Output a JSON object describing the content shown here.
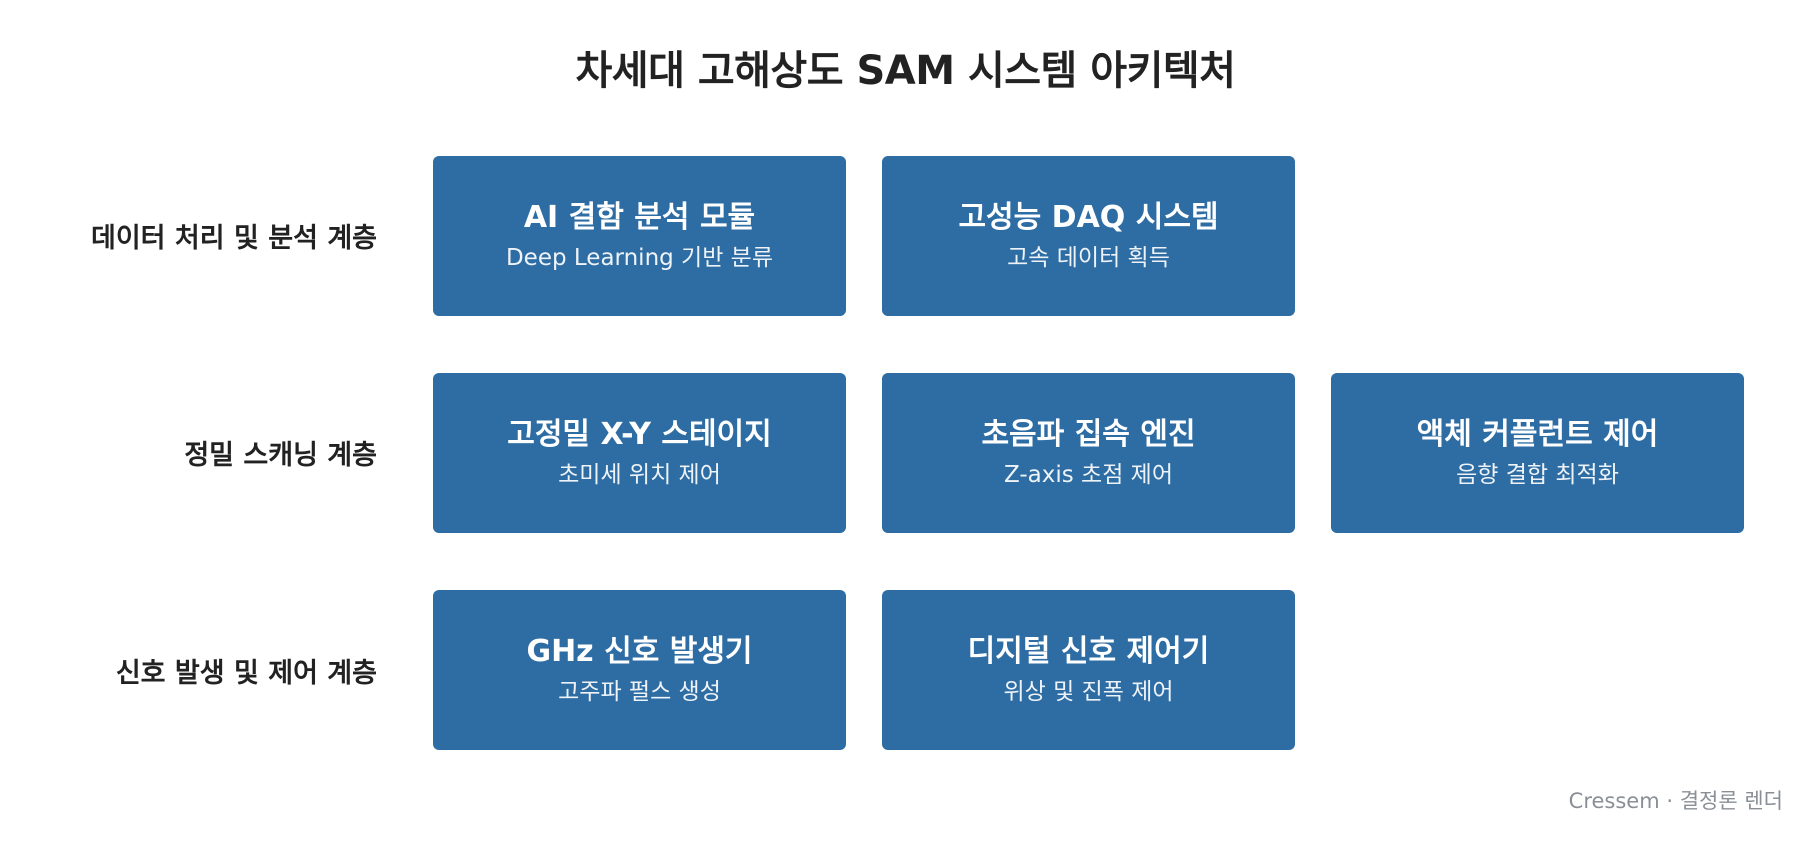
{
  "title": "차세대 고해상도 SAM 시스템 아키텍처",
  "colors": {
    "box_fill": "#2e6da4",
    "box_text": "#ffffff",
    "label_text": "#222222",
    "credit_text": "#8a8f96"
  },
  "layers": [
    {
      "label": "데이터 처리 및 분석 계층",
      "components": [
        {
          "title": "AI 결함 분석 모듈",
          "subtitle": "Deep Learning 기반 분류"
        },
        {
          "title": "고성능 DAQ 시스템",
          "subtitle": "고속 데이터 획득"
        }
      ]
    },
    {
      "label": "정밀 스캐닝 계층",
      "components": [
        {
          "title": "고정밀 X-Y 스테이지",
          "subtitle": "초미세 위치 제어"
        },
        {
          "title": "초음파 집속 엔진",
          "subtitle": "Z-axis 초점 제어"
        },
        {
          "title": "액체 커플런트 제어",
          "subtitle": "음향 결합 최적화"
        }
      ]
    },
    {
      "label": "신호 발생 및 제어 계층",
      "components": [
        {
          "title": "GHz 신호 발생기",
          "subtitle": "고주파 펄스 생성"
        },
        {
          "title": "디지털 신호 제어기",
          "subtitle": "위상 및 진폭 제어"
        }
      ]
    }
  ],
  "credit": "Cressem · 결정론 렌더"
}
